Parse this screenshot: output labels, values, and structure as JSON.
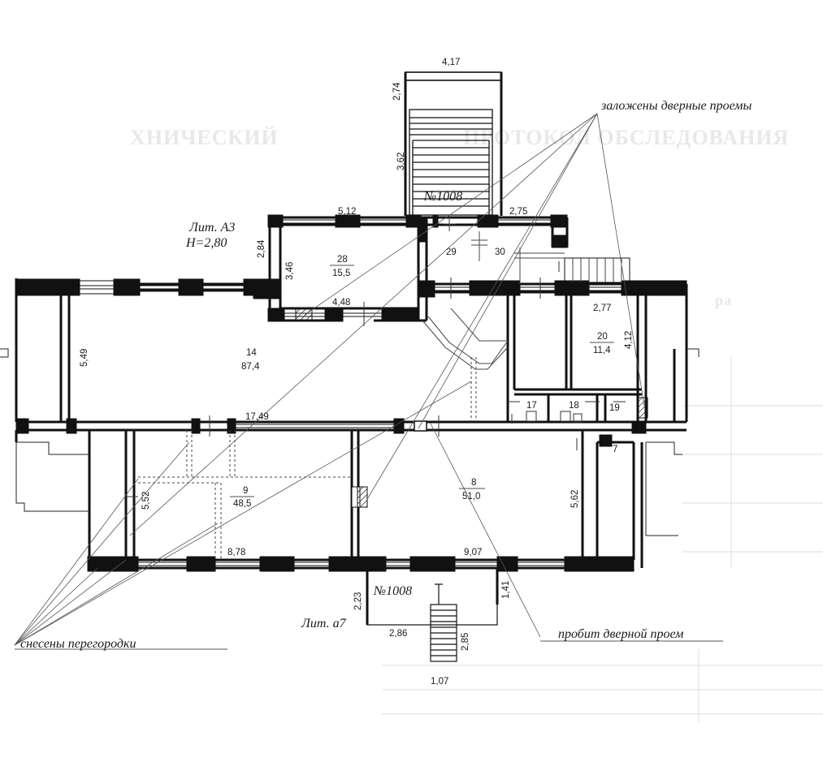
{
  "annotations": {
    "doors_bricked": "заложены дверные проемы",
    "door_cut": "пробит дверной проем",
    "partitions_removed": "снесены перегородки"
  },
  "labels": {
    "lit_a3": "Лит. А3",
    "h_280": "H=2,80",
    "lit_a7": "Лит. а7",
    "no_1008_top": "№1008",
    "no_1008_bottom": "№1008"
  },
  "rooms": [
    {
      "number": "28",
      "area": "15,5"
    },
    {
      "number": "29",
      "area": ""
    },
    {
      "number": "30",
      "area": ""
    },
    {
      "number": "14",
      "area": "87,4"
    },
    {
      "number": "20",
      "area": "11,4"
    },
    {
      "number": "17",
      "area": ""
    },
    {
      "number": "18",
      "area": ""
    },
    {
      "number": "19",
      "area": ""
    },
    {
      "number": "7",
      "area": ""
    },
    {
      "number": "9",
      "area": "48,5"
    },
    {
      "number": "8",
      "area": "51,0"
    }
  ],
  "dimensions": {
    "top_stair_width": "4,17",
    "top_stair_depth": "2,74",
    "stair_run": "3,62",
    "a3_width": "5,12",
    "a3_right": "2,75",
    "a3_height": "2,84",
    "room28_depth": "3,46",
    "room28_width": "4,48",
    "hall_depth": "5,49",
    "room20_width": "2,77",
    "room20_depth": "4,12",
    "middle_wall": "17,49",
    "room9_depth": "5,52",
    "room8_depth": "5,62",
    "bottom_left": "8,78",
    "bottom_right": "9,07",
    "porch_depth": "2,23",
    "porch_width": "2,86",
    "porch_right": "1,41",
    "lower_stair": "2,85",
    "lower_stair_width": "1,07"
  },
  "faded_background": {
    "title_fragment": "ХНИЧЕСКИЙ",
    "title_fragment2": "ПРОТОКОЛ ОБСЛЕДОВАНИЯ",
    "side_fragment": "ра"
  }
}
